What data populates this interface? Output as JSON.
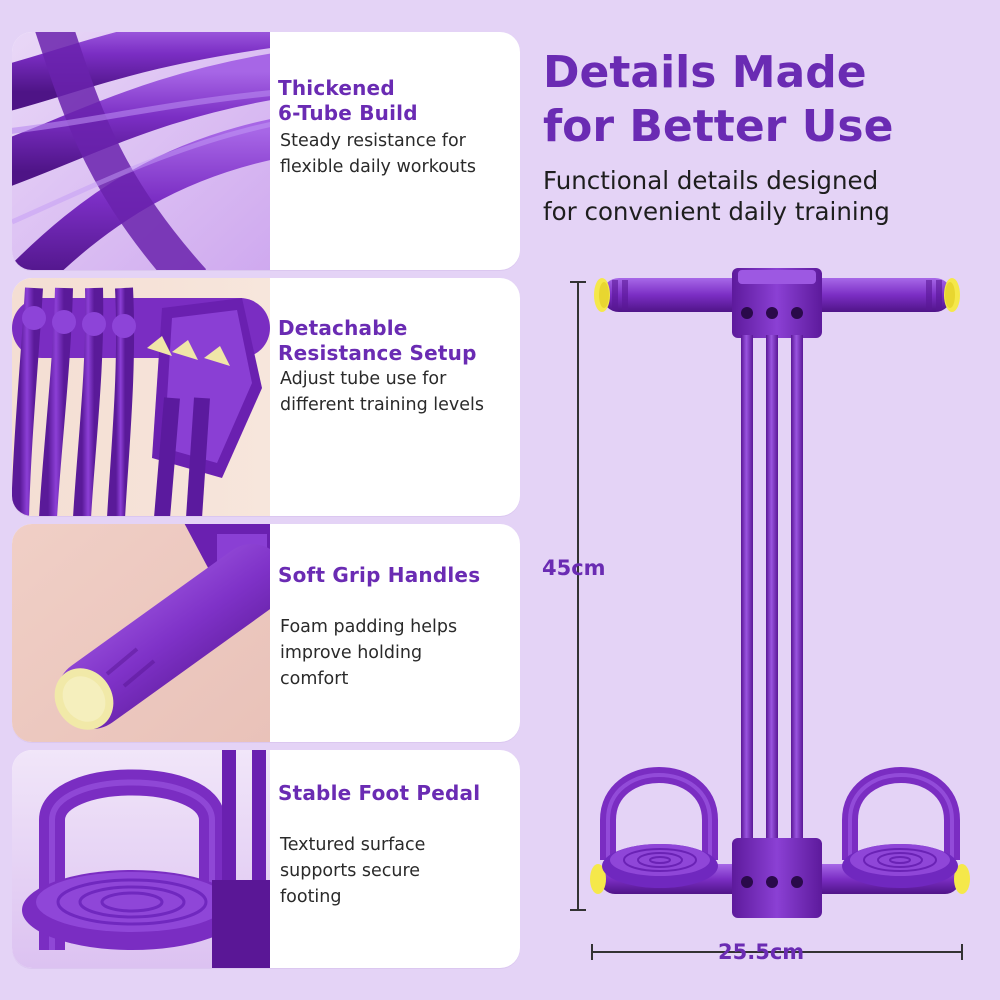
{
  "headline": {
    "line1": "Details Made",
    "line2": "for Better Use"
  },
  "subheadline": {
    "line1": "Functional details designed",
    "line2": "for convenient daily training"
  },
  "features": [
    {
      "title_line1": "Thickened",
      "title_line2": "6-Tube Build",
      "desc_line1": "Steady resistance for",
      "desc_line2": "flexible daily workouts"
    },
    {
      "title_line1": "Detachable",
      "title_line2": "Resistance Setup",
      "desc_line1": "Adjust tube use for",
      "desc_line2": "different training levels"
    },
    {
      "title_line1": "Soft Grip Handles",
      "desc_line1": "Foam padding helps",
      "desc_line2": "improve holding",
      "desc_line3": "comfort"
    },
    {
      "title_line1": "Stable Foot Pedal",
      "desc_line1": "Textured surface",
      "desc_line2": "supports secure",
      "desc_line3": "footing"
    }
  ],
  "dimensions": {
    "height": "45cm",
    "width": "25.5cm"
  },
  "colors": {
    "background": "#e4d3f6",
    "brand_purple": "#6a2bb3",
    "product_purple": "#7c2fc4",
    "cap_yellow": "#f1e9a8"
  },
  "icons": [
    "resistance-tube-photo",
    "tube-connector-photo",
    "foam-handle-photo",
    "foot-pedal-photo",
    "pull-up-trainer-illustration"
  ]
}
